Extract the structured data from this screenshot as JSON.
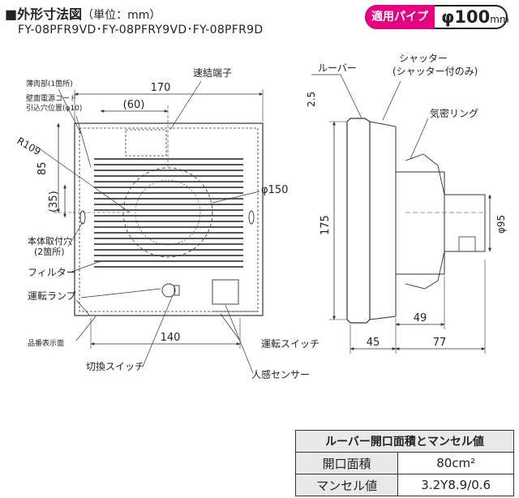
{
  "header": {
    "title": "■外形寸法図",
    "unit": "（単位：mm）",
    "models": "FY-08PFR9VD･FY-08PFRY9VD･FY-08PFR9D"
  },
  "pipe": {
    "label": "適用パイプ",
    "size": "φ100",
    "unit": "mm"
  },
  "front": {
    "dims": {
      "width": "170",
      "offset": "(60)",
      "height": "85",
      "half": "(35)",
      "radius": "R109",
      "diameter": "φ150",
      "bottom": "140"
    },
    "labels": {
      "thin": "薄肉部(1箇所)",
      "cord": "壁面電源コード\n引込穴位置(φ10)",
      "connector": "速結端子",
      "mount": "本体取付穴\n(2箇所)",
      "filter": "フィルター",
      "lamp": "運転ランプ",
      "nameplate": "品番表示面",
      "selector": "切換スイッチ",
      "switch": "運転スイッチ",
      "sensor": "人感センサー"
    }
  },
  "side": {
    "dims": {
      "louver_gap": "2.5",
      "height": "175",
      "pipe_dia": "φ95",
      "depth_a": "49",
      "depth_b": "45",
      "depth_c": "77"
    },
    "labels": {
      "louver": "ルーバー",
      "shutter": "シャッター\n(シャッター付のみ)",
      "ring": "気密リング"
    }
  },
  "spec": {
    "title": "ルーバー開口面積とマンセル値",
    "rows": [
      {
        "key": "開口面積",
        "value": "80cm²"
      },
      {
        "key": "マンセル値",
        "value": "3.2Y8.9/0.6"
      }
    ]
  }
}
